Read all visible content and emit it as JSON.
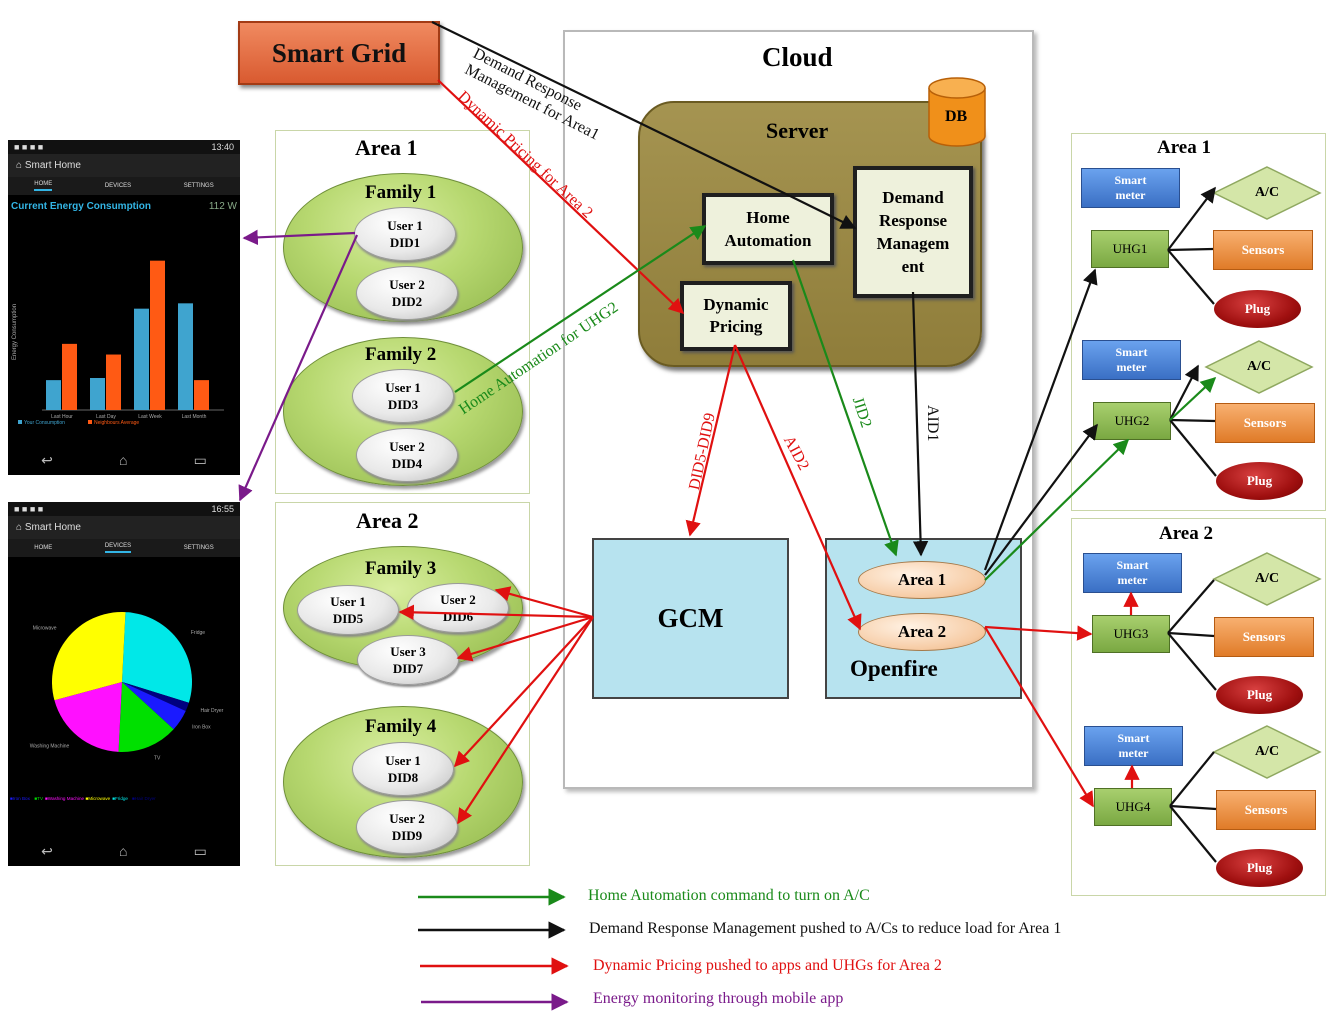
{
  "smart_grid": "Smart Grid",
  "cloud": {
    "title": "Cloud",
    "server": "Server",
    "db": "DB"
  },
  "server": {
    "home_automation": "Home Automation",
    "drm": "Demand Response Managem ent",
    "dynamic_pricing": "Dynamic Pricing"
  },
  "gcm": "GCM",
  "openfire": {
    "title": "Openfire",
    "area1": "Area 1",
    "area2": "Area 2"
  },
  "left": {
    "area1": "Area 1",
    "area2": "Area 2",
    "families": [
      {
        "name": "Family 1",
        "users": [
          {
            "u": "User 1",
            "d": "DID1"
          },
          {
            "u": "User 2",
            "d": "DID2"
          }
        ]
      },
      {
        "name": "Family 2",
        "users": [
          {
            "u": "User 1",
            "d": "DID3"
          },
          {
            "u": "User 2",
            "d": "DID4"
          }
        ]
      },
      {
        "name": "Family 3",
        "users": [
          {
            "u": "User 1",
            "d": "DID5"
          },
          {
            "u": "User 2",
            "d": "DID6"
          },
          {
            "u": "User 3",
            "d": "DID7"
          }
        ]
      },
      {
        "name": "Family 4",
        "users": [
          {
            "u": "User 1",
            "d": "DID8"
          },
          {
            "u": "User 2",
            "d": "DID9"
          }
        ]
      }
    ]
  },
  "right": {
    "area1": "Area 1",
    "area2": "Area 2",
    "smart_meter": "Smart meter",
    "ac": "A/C",
    "sensors": "Sensors",
    "plug": "Plug",
    "uhgs": [
      "UHG1",
      "UHG2",
      "UHG3",
      "UHG4"
    ]
  },
  "edges": {
    "drm_area1": "Demand Response Management for Area1",
    "dp_area2": "Dynamic Pricing for Area 2",
    "ha_uhg2": "Home Automation for UHG2",
    "did5_9": "DID5-DID9",
    "aid2": "AID2",
    "jid2": "JID2",
    "aid1": "AID1"
  },
  "phone1": {
    "status_time": "13:40",
    "app": "Smart Home",
    "tabs": [
      "HOME",
      "DEVICES",
      "SETTINGS"
    ],
    "heading": "Current Energy Consumption",
    "value": "112 W",
    "y_axis": "Energy Consumption",
    "x_labels": [
      "Last Hour",
      "Last Day",
      "Last Week",
      "Last Month"
    ],
    "legend": [
      "Your Consumption",
      "Neighbours Average"
    ]
  },
  "phone2": {
    "status_time": "16:55",
    "app": "Smart Home",
    "tabs": [
      "HOME",
      "DEVICES",
      "SETTINGS"
    ],
    "labels": [
      "Fridge",
      "Hair Dryer",
      "Iron Box",
      "TV",
      "Washing Machine",
      "Microwave"
    ],
    "legend": [
      "Iron Box",
      "TV",
      "Washing Machine",
      "Microwave",
      "Fridge",
      "Hair Dryer"
    ]
  },
  "chart_data": [
    {
      "type": "bar",
      "categories": [
        "Last Hour",
        "Last Day",
        "Last Week",
        "Last Month"
      ],
      "ylabel": "Energy Consumption",
      "series": [
        {
          "name": "Your Consumption",
          "values": [
            28,
            30,
            95,
            100
          ]
        },
        {
          "name": "Neighbours Average",
          "values": [
            62,
            52,
            140,
            28
          ]
        }
      ],
      "colors": [
        "#3fa4cf",
        "#ff5a14"
      ]
    },
    {
      "type": "pie",
      "labels": [
        "Fridge",
        "Hair Dryer",
        "Iron Box",
        "TV",
        "Washing Machine",
        "Microwave"
      ],
      "values": [
        29,
        2,
        5,
        14,
        20,
        30
      ],
      "colors": [
        "#00e8e8",
        "#000080",
        "#1a1aff",
        "#00e000",
        "#ff10ff",
        "#ffff00"
      ]
    }
  ],
  "legend": [
    {
      "text": "Home Automation command to turn on A/C",
      "color": "#1a8a1a"
    },
    {
      "text": "Demand Response Management pushed to A/Cs to reduce load for Area 1",
      "color": "#111111"
    },
    {
      "text": "Dynamic Pricing pushed to apps and UHGs for Area 2",
      "color": "#e01010"
    },
    {
      "text": "Energy monitoring through mobile app",
      "color": "#7a1a8a"
    }
  ]
}
